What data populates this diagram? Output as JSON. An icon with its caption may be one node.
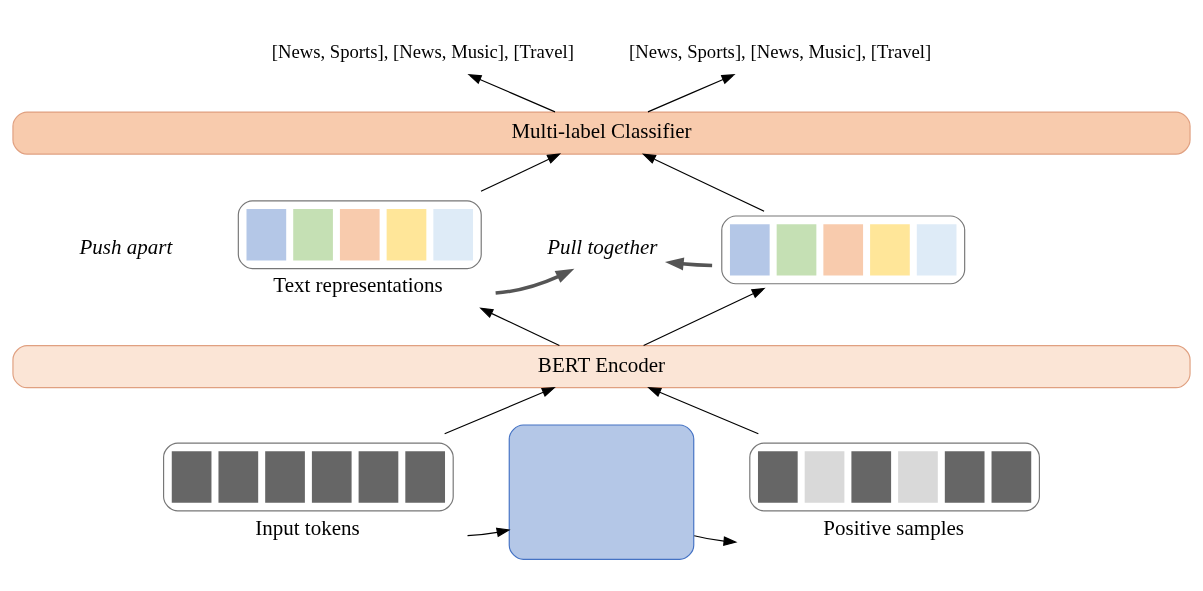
{
  "diagram": {
    "nodes": [
      {
        "text": [
          "[News, Sports], [News, Music], [Travel]"
        ]
      },
      {
        "text": [
          "[News, Sports], [News, Music], [Travel]"
        ]
      },
      {
        "text": [
          "Multi-label Classifier"
        ]
      },
      {
        "text": [],
        "shape": "bar",
        "beside": [
          "Text representations"
        ]
      },
      {
        "text": [],
        "shape": "bar"
      },
      {
        "text": [
          "BERT Encoder"
        ]
      },
      {
        "text": [],
        "shape": "bar",
        "beside": [
          "Input tokens"
        ]
      },
      {
        "text": [],
        "shape": "box"
      },
      {
        "text": [],
        "shape": "bar",
        "beside": [
          "Positive samples"
        ]
      },
      {
        "text": [
          "Pull together"
        ]
      }
    ],
    "edges": [
      {
        "from": 6,
        "to": 5,
        "arrow": "to"
      },
      {
        "from": 8,
        "to": 5,
        "arrow": "to"
      },
      {
        "from": 6,
        "to": 7,
        "arrow": "to"
      },
      {
        "from": 7,
        "to": 8,
        "arrow": "to"
      },
      {
        "from": 5,
        "to": 3,
        "arrow": "to"
      },
      {
        "from": 5,
        "to": 4,
        "arrow": "to"
      },
      {
        "from": 3,
        "to": 2,
        "arrow": "to"
      },
      {
        "from": 4,
        "to": 2,
        "arrow": "to"
      },
      {
        "from": 2,
        "to": 0,
        "arrow": "to"
      },
      {
        "from": 2,
        "to": 1,
        "arrow": "to"
      },
      {
        "from": 3,
        "to": 9,
        "arrow": "to",
        "style": "thick",
        "color": "#555555"
      },
      {
        "from": 4,
        "to": 9,
        "arrow": "to",
        "style": "thick",
        "color": "#555555"
      }
    ],
    "labels": [
      "Push apart"
    ]
  }
}
